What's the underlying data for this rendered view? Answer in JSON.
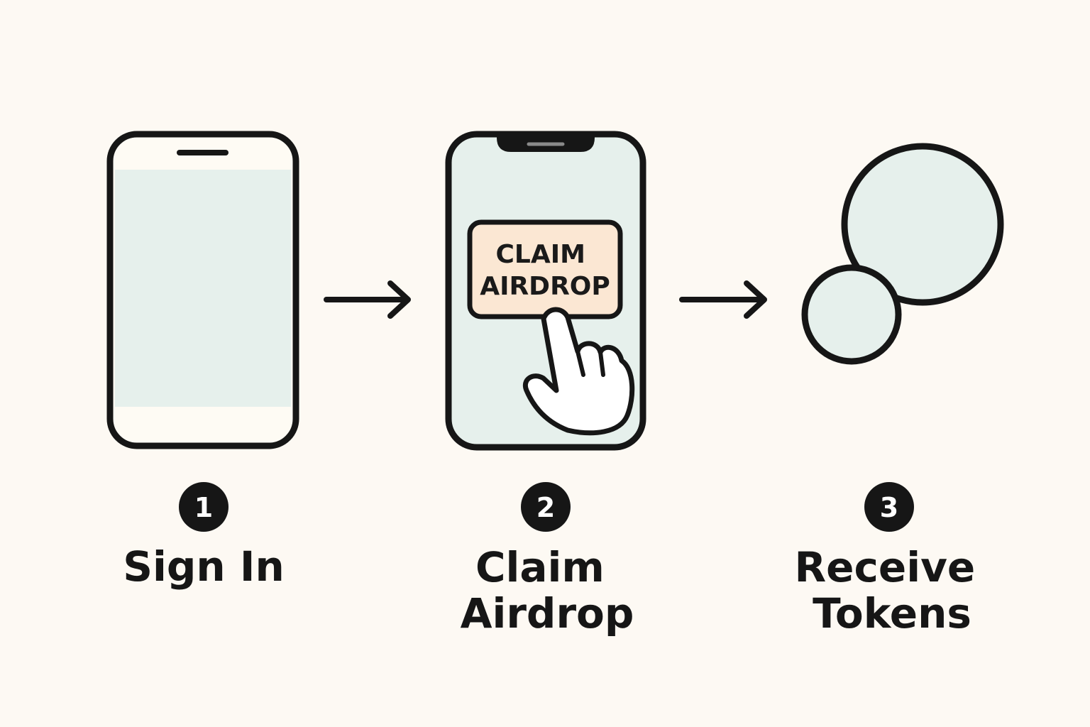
{
  "colors": {
    "background": "#fdf9f3",
    "stroke": "#161616",
    "screen_fill": "#e6f0ec",
    "button_fill": "#fbe7d3",
    "phone_body": "#fefbf4"
  },
  "steps": [
    {
      "number": "1",
      "label_lines": [
        "Sign In"
      ],
      "icon": "smartphone-icon"
    },
    {
      "number": "2",
      "label_lines": [
        "Claim",
        "Airdrop"
      ],
      "icon": "smartphone-with-pointer-icon",
      "button_lines": [
        "CLAIM",
        "AIRDROP"
      ]
    },
    {
      "number": "3",
      "label_lines": [
        "Receive",
        "Tokens"
      ],
      "icon": "tokens-icon"
    }
  ]
}
